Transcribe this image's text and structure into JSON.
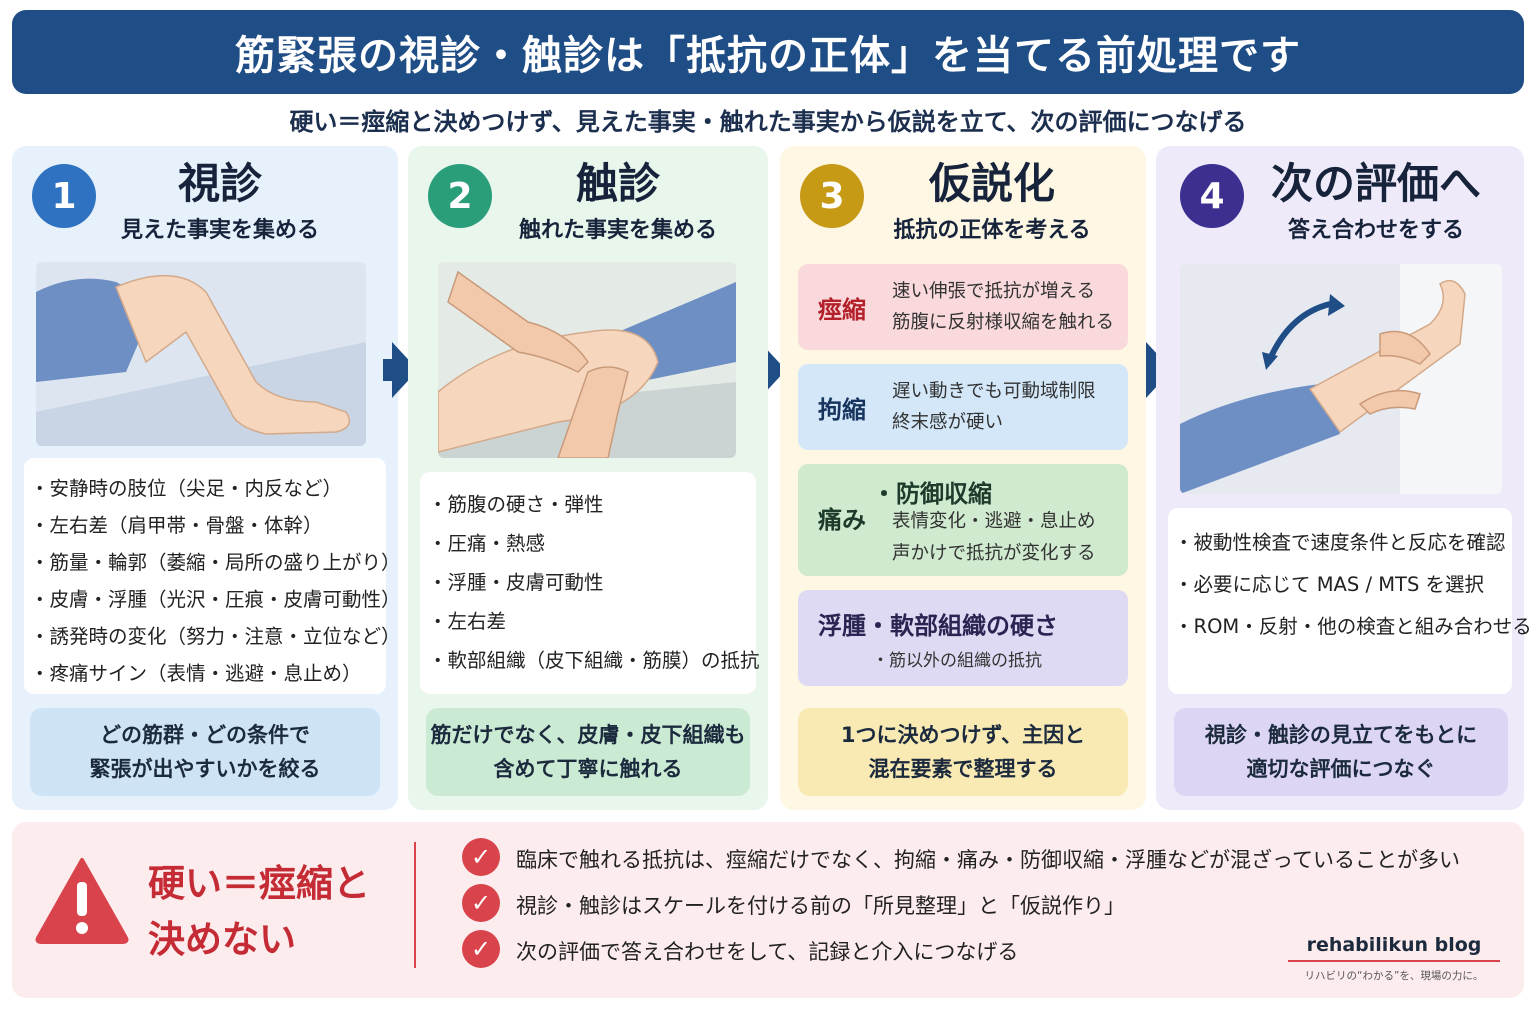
{
  "title": "筋緊張の視診・触診は「抵抗の正体」を当てる前処理です",
  "subtitle": "硬い＝痙縮と決めつけず、見えた事実・触れた事実から仮説を立て、次の評価につなげる",
  "colors": {
    "navy": "#1f4d86",
    "step1": "#2f72c1",
    "step2": "#2a9d7a",
    "step3": "#c79a16",
    "step4": "#3d2f8f",
    "warn_red": "#d9434b"
  },
  "steps": [
    {
      "num": "1",
      "title": "視診",
      "sub": "見えた事実を集める",
      "items": [
        "安静時の肢位（尖足・内反など）",
        "左右差（肩甲帯・骨盤・体幹）",
        "筋量・輪郭（萎縮・局所の盛り上がり）",
        "皮膚・浮腫（光沢・圧痕・皮膚可動性）",
        "誘発時の変化（努力・注意・立位など）",
        "疼痛サイン（表情・逃避・息止め）"
      ],
      "summary": [
        "どの筋群・どの条件で",
        "緊張が出やすいかを絞る"
      ]
    },
    {
      "num": "2",
      "title": "触診",
      "sub": "触れた事実を集める",
      "items": [
        "筋腹の硬さ・弾性",
        "圧痛・熱感",
        "浮腫・皮膚可動性",
        "左右差",
        "軟部組織（皮下組織・筋膜）の抵抗"
      ],
      "summary": [
        "筋だけでなく、皮膚・皮下組織も",
        "含めて丁寧に触れる"
      ]
    },
    {
      "num": "3",
      "title": "仮説化",
      "sub": "抵抗の正体を考える",
      "hypotheses": [
        {
          "label": "痙縮",
          "lines": [
            "速い伸張で抵抗が増える",
            "筋腹に反射様収縮を触れる"
          ]
        },
        {
          "label": "拘縮",
          "lines": [
            "遅い動きでも可動域制限",
            "終末感が硬い"
          ]
        },
        {
          "label": "痛み",
          "label2": "・防御収縮",
          "lines": [
            "表情変化・逃避・息止め",
            "声かけで抵抗が変化する"
          ]
        },
        {
          "label": "浮腫・軟部組織の硬さ",
          "lines": [
            "・筋以外の組織の抵抗"
          ]
        }
      ],
      "summary": [
        "1つに決めつけず、主因と",
        "混在要素で整理する"
      ]
    },
    {
      "num": "4",
      "title": "次の評価へ",
      "sub": "答え合わせをする",
      "items": [
        "被動性検査で速度条件と反応を確認",
        "必要に応じて MAS / MTS を選択",
        "ROM・反射・他の検査と組み合わせる"
      ],
      "summary": [
        "視診・触診の見立てをもとに",
        "適切な評価につなぐ"
      ]
    }
  ],
  "warning": {
    "icon": "warning-triangle-icon",
    "heading": [
      "硬い＝痙縮と",
      "決めない"
    ],
    "points": [
      "臨床で触れる抵抗は、痙縮だけでなく、拘縮・痛み・防御収縮・浮腫などが混ざっていることが多い",
      "視診・触診はスケールを付ける前の「所見整理」と「仮説作り」",
      "次の評価で答え合わせをして、記録と介入につなげる"
    ]
  },
  "brand": {
    "name": "rehabilikun blog",
    "tagline": "リハビリの“わかる”を、現場の力に。"
  }
}
